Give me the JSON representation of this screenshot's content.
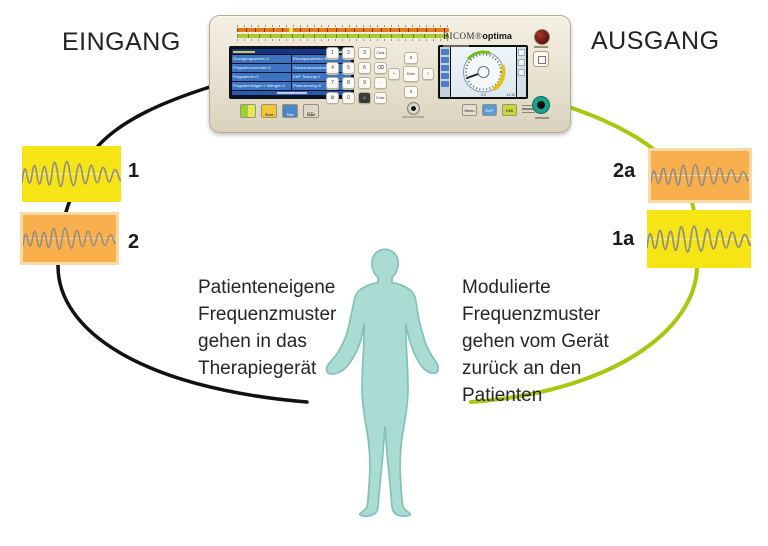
{
  "page": {
    "input_label": "EINGANG",
    "output_label": "AUSGANG"
  },
  "captions": {
    "left_lines": [
      "Patienteneigene",
      "Frequenzmuster",
      "gehen in das",
      "Therapiegerät"
    ],
    "right_lines": [
      "Modulierte",
      "Frequenzmuster",
      "gehen vom Gerät",
      "zurück an den",
      "Patienten"
    ]
  },
  "waveform_boxes": {
    "left": [
      {
        "label": "1"
      },
      {
        "label": "2"
      }
    ],
    "right": [
      {
        "label": "2a"
      },
      {
        "label": "1a"
      }
    ]
  },
  "device": {
    "brand": "BICOM®",
    "brand_model": "optima",
    "screen": {
      "left_items": [
        "Grundprogramme=1",
        "Programmnummer=2",
        "Programme=3",
        "Programmfolgen + Allergie=4"
      ],
      "right_items": [
        "Einzelparameter=5",
        "Substanzkomplexe=6",
        "EAP Testung=7",
        "Potenzierung=8"
      ]
    },
    "keypad": [
      "1",
      "2",
      "3",
      "Clear",
      "4",
      "5",
      "6",
      "⌫",
      "7",
      "8",
      "9",
      "·",
      "⚙",
      "0",
      "⌂",
      "Enter"
    ],
    "nav": {
      "up": "∧",
      "left": "‹",
      "enter": "Enter",
      "right": "›",
      "down": "∨"
    },
    "screen_buttons": [
      "",
      "Start",
      "Test",
      "Start"
    ],
    "right_buttons": [
      "Menu",
      "EAP",
      "DMI"
    ],
    "gauge": {
      "value": "0.0",
      "time": "11:10"
    },
    "ce_label": "CE"
  },
  "colors": {
    "yellow_box": "#f6e414",
    "orange_box": "#f9b04c",
    "orange_border": "#fbd9a4",
    "input_line": "#111111",
    "output_line": "#a6c90f",
    "human_fill": "#abdcd3",
    "human_stroke": "#83c2b7",
    "device_body": "#e9e4d4"
  }
}
